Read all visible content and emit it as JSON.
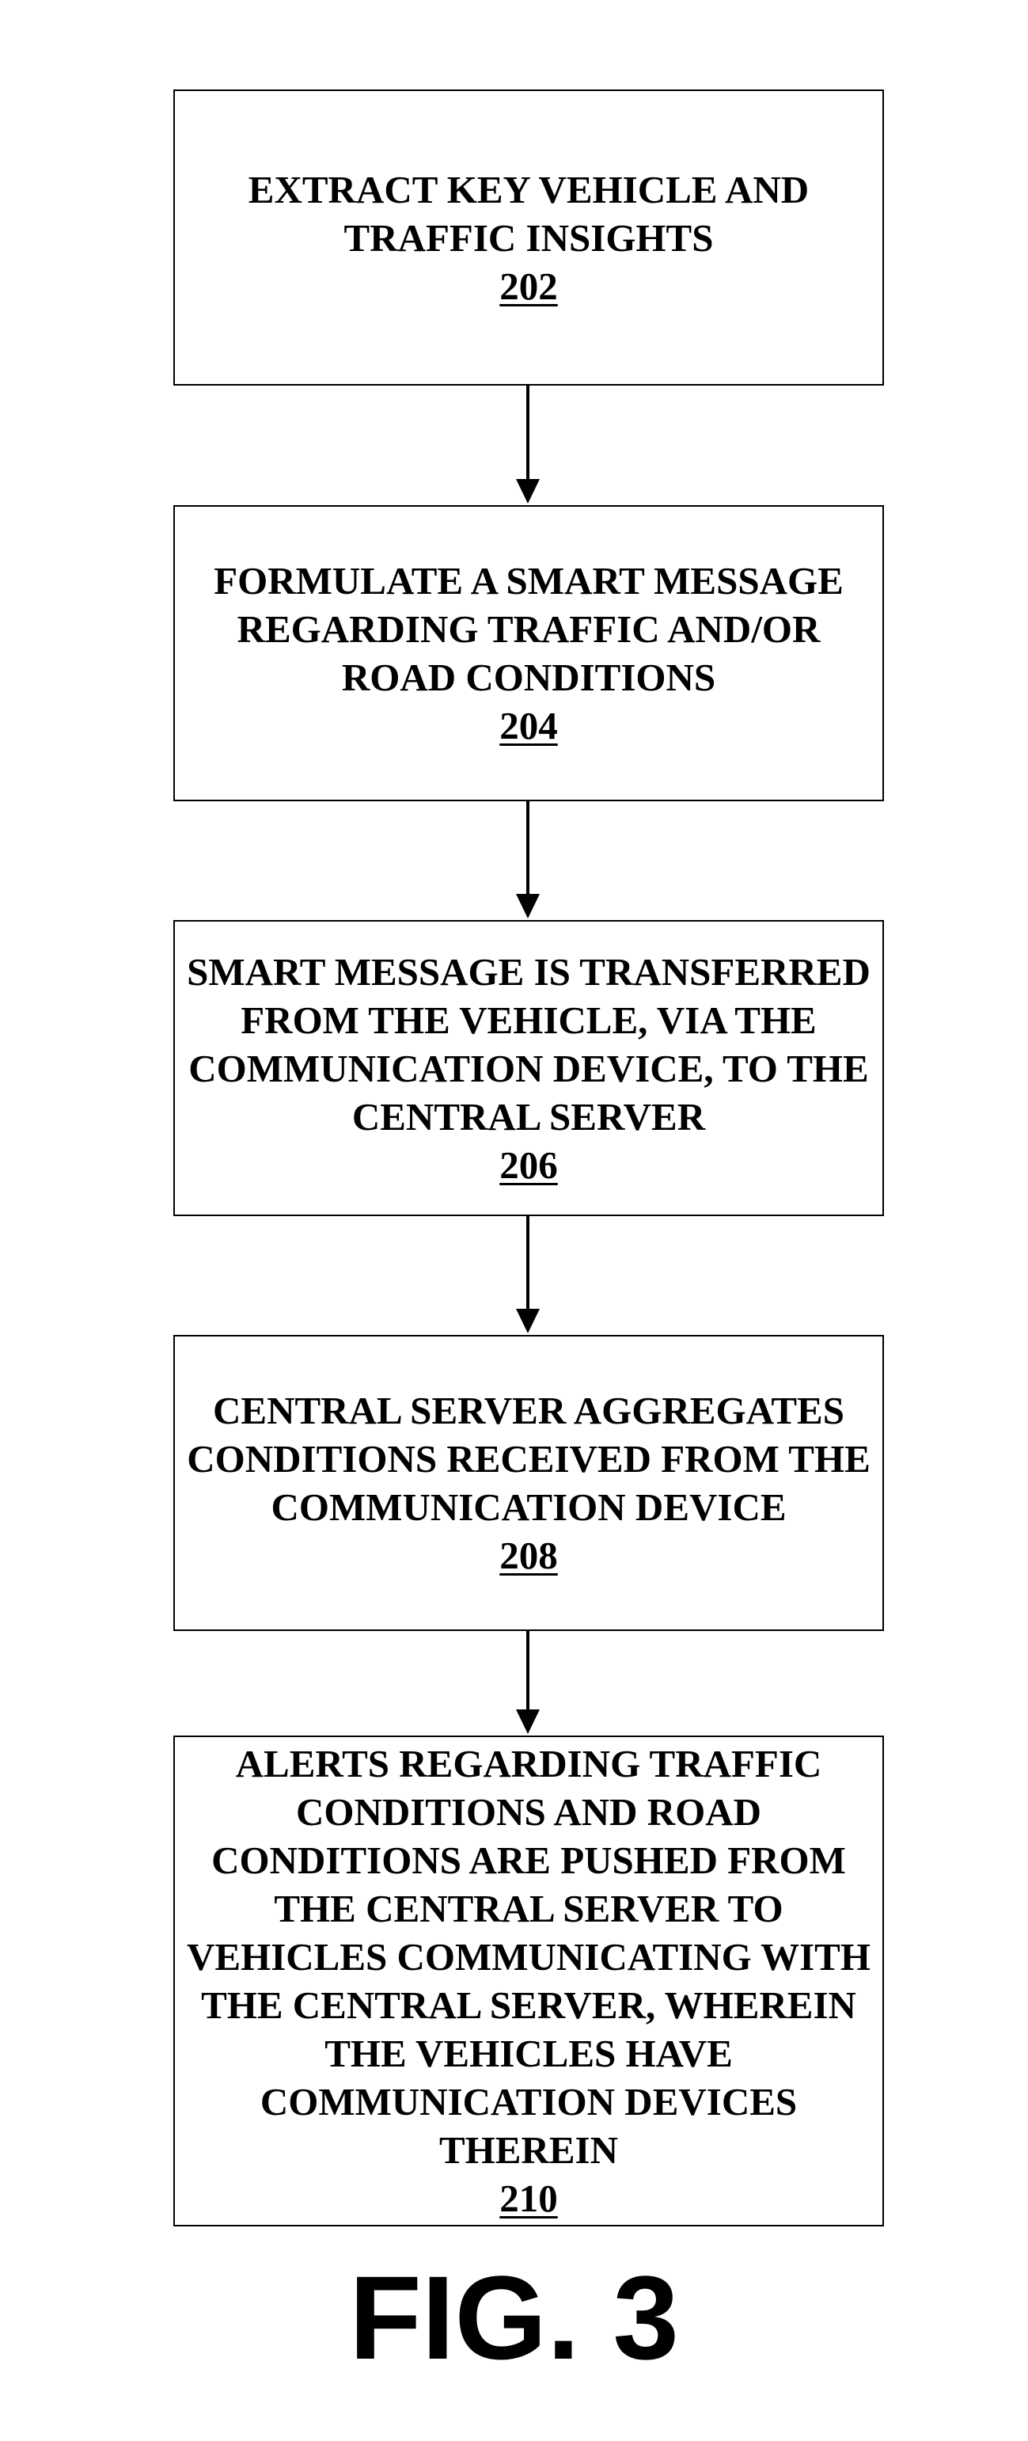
{
  "steps": [
    {
      "text": "EXTRACT KEY VEHICLE AND TRAFFIC INSIGHTS",
      "ref": "202"
    },
    {
      "text": "FORMULATE A SMART MESSAGE REGARDING TRAFFIC AND/OR ROAD CONDITIONS",
      "ref": "204"
    },
    {
      "text": "SMART MESSAGE IS TRANSFERRED FROM THE VEHICLE, VIA THE COMMUNICATION DEVICE, TO THE CENTRAL SERVER",
      "ref": "206"
    },
    {
      "text": "CENTRAL SERVER AGGREGATES CONDITIONS RECEIVED FROM THE COMMUNICATION DEVICE",
      "ref": "208"
    },
    {
      "text": "ALERTS REGARDING TRAFFIC CONDITIONS AND ROAD CONDITIONS ARE PUSHED FROM THE CENTRAL SERVER TO VEHICLES COMMUNICATING WITH THE CENTRAL SERVER, WHEREIN THE VEHICLES HAVE COMMUNICATION DEVICES THEREIN",
      "ref": "210"
    }
  ],
  "figure_label": "FIG. 3",
  "colors": {
    "stroke": "#000000",
    "background": "#ffffff"
  }
}
